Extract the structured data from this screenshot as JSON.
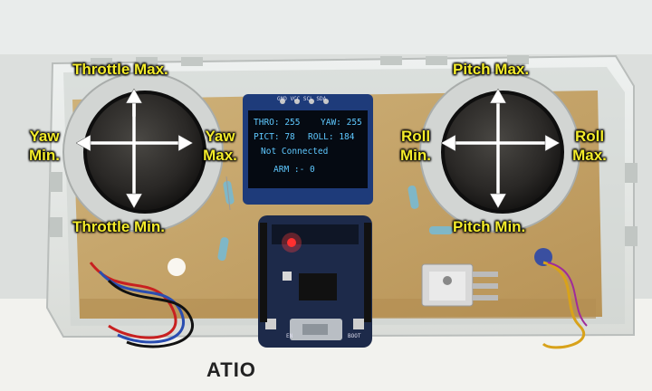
{
  "labels": {
    "throttle_max": "Throttle Max.",
    "throttle_min": "Throttle Min.",
    "yaw_min_1": "Yaw",
    "yaw_min_2": "Min.",
    "yaw_max_1": "Yaw",
    "yaw_max_2": "Max.",
    "pitch_max": "Pitch Max.",
    "pitch_min": "Pitch Min.",
    "roll_min_1": "Roll",
    "roll_min_2": "Min.",
    "roll_max_1": "Roll",
    "roll_max_2": "Max."
  },
  "oled": {
    "pins": "GND VCC SCL SDA",
    "thro": "THRO: 255",
    "yaw": "YAW: 255",
    "pict": "PICT: 78",
    "roll": "ROLL: 184",
    "status": "Not Connected",
    "arm": "ARM :- 0"
  },
  "board": {
    "en": "EN",
    "boot": "BOOT"
  },
  "paper_text": "ATIO",
  "colors": {
    "label": "#f4ec2a",
    "oled_text": "#5ec8ff",
    "pcb": "#c9a86a",
    "mcu_board": "#1d2a4a"
  }
}
